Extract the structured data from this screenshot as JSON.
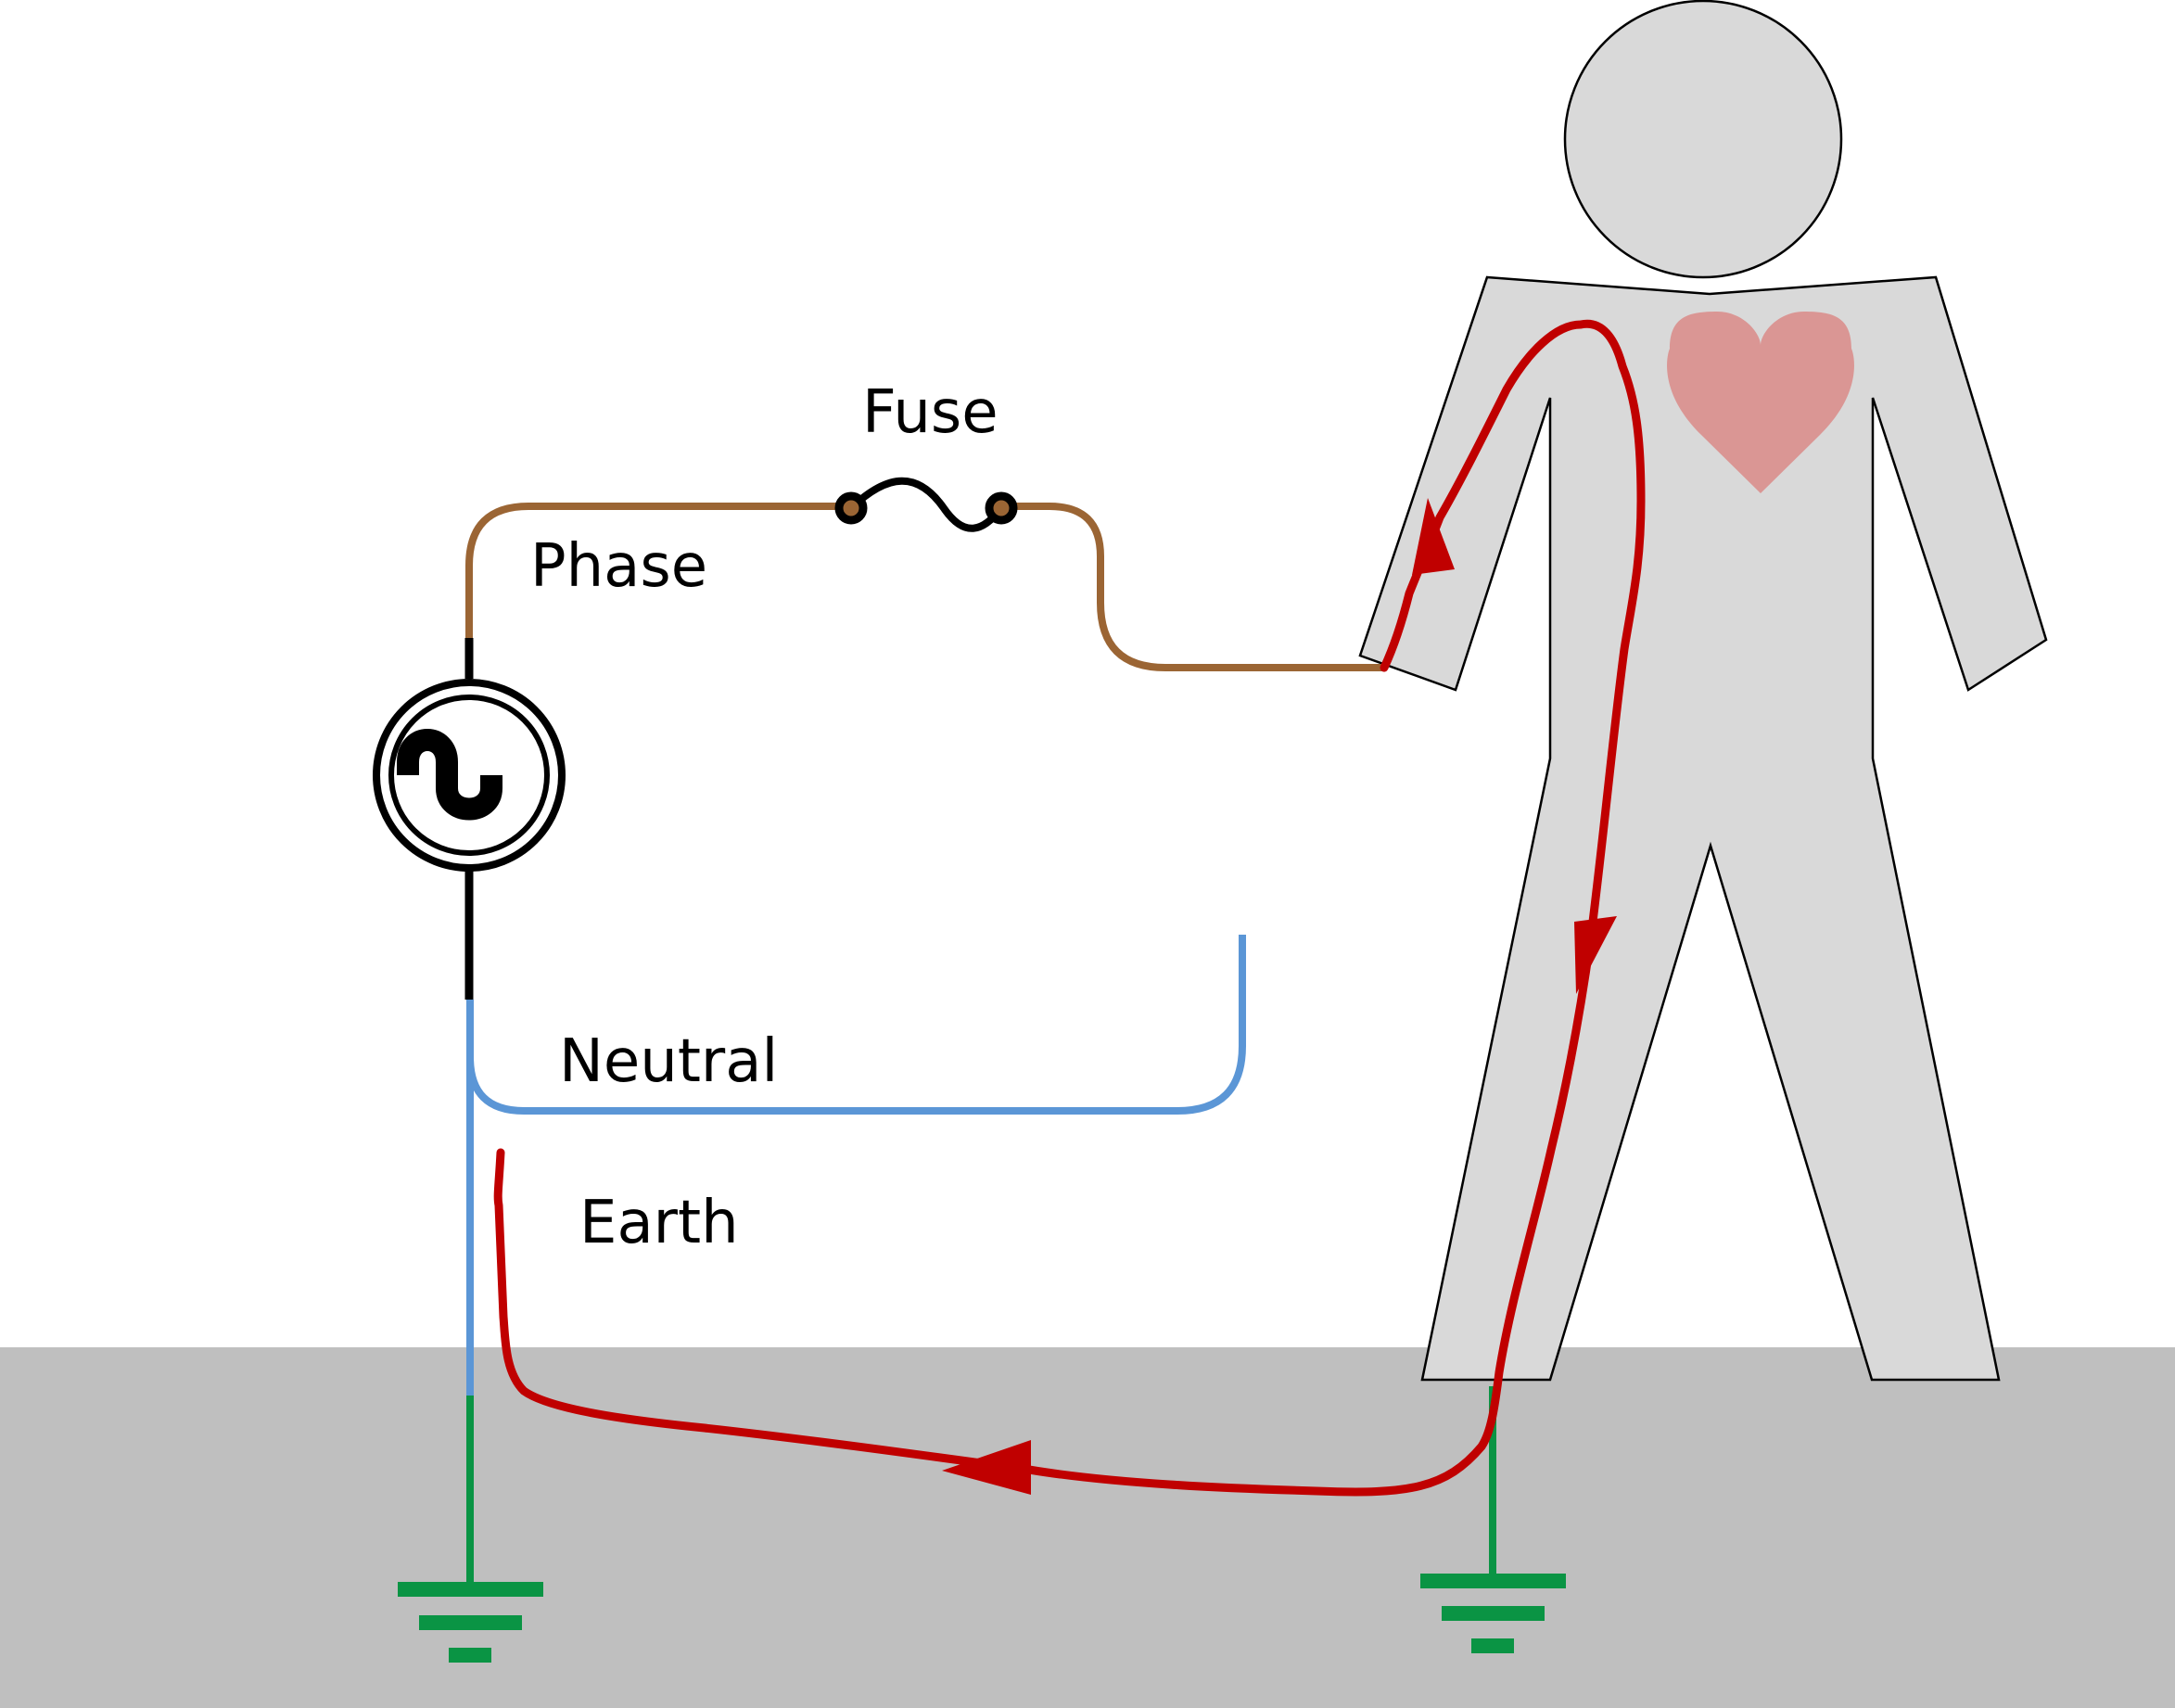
{
  "labels": {
    "fuse": "Fuse",
    "phase": "Phase",
    "neutral": "Neutral",
    "earth": "Earth"
  },
  "colors": {
    "background": "#ffffff",
    "ground": "#bfbfbf",
    "phase_wire": "#9b6534",
    "neutral_wire": "#5b96d6",
    "earth_wire": "#0a9444",
    "source": "#000000",
    "current_path": "#c00000",
    "body": "#d9d9d9",
    "heart": "#da9694"
  },
  "icons": {
    "source": "ac-source-icon",
    "fuse": "fuse-icon",
    "ground": "ground-symbol-icon",
    "heart": "heart-icon",
    "person": "person-silhouette-icon"
  }
}
